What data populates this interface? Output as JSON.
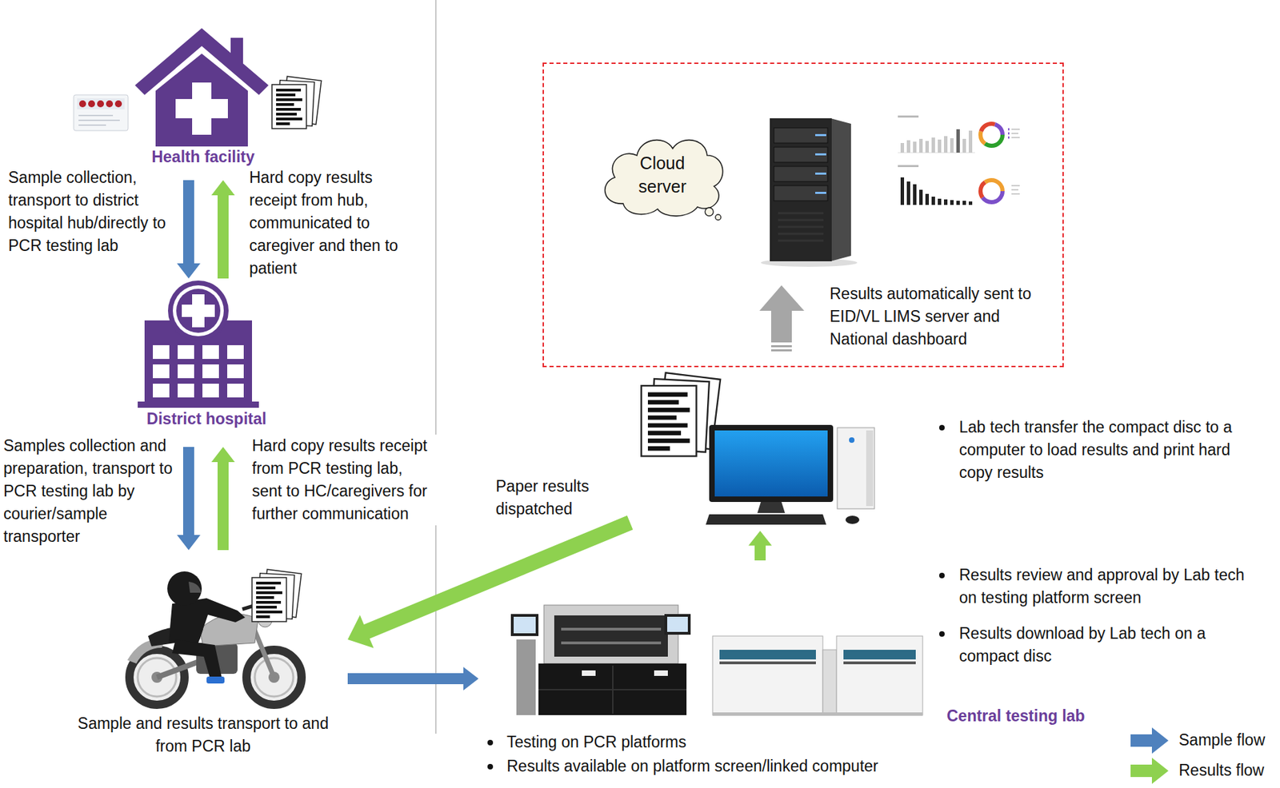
{
  "diagram": {
    "nodes": [
      {
        "text": [
          "Health facility"
        ]
      },
      {
        "text": [
          "District hospital"
        ]
      },
      {
        "text": [
          "Sample and results transport to and from PCR lab"
        ]
      },
      {
        "text": [
          "Results automatically sent to EID/VL LIMS server and National dashboard"
        ]
      },
      {
        "text": [
          "Cloud server"
        ],
        "in": 3
      },
      {
        "text": [
          "Lab tech transfer the compact disc to a computer to load results and print hard copy results"
        ]
      },
      {
        "text": [
          "Results review and approval by Lab tech on testing platform screen",
          "Results download by Lab tech on a compact disc",
          "Central testing lab",
          "Testing on PCR platforms",
          "Results available on platform screen/linked computer"
        ]
      }
    ],
    "edges": [
      {
        "from": 0,
        "to": 1,
        "arrow": "to",
        "label": "Sample collection, transport to district hospital hub/directly to PCR testing lab"
      },
      {
        "from": 1,
        "to": 0,
        "arrow": "to",
        "label": "Hard copy results receipt from hub, communicated to caregiver and then to patient"
      },
      {
        "from": 1,
        "to": 2,
        "arrow": "to",
        "label": "Samples collection and preparation, transport to PCR testing lab by courier/sample transporter"
      },
      {
        "from": 2,
        "to": 1,
        "arrow": "to",
        "label": "Hard copy results receipt from PCR testing lab, sent to HC/caregivers for further communication"
      },
      {
        "from": 2,
        "to": 6,
        "arrow": "to"
      },
      {
        "from": 6,
        "to": 5,
        "arrow": "to"
      },
      {
        "from": 5,
        "to": 2,
        "arrow": "to",
        "label": "Paper results dispatched"
      }
    ],
    "legend": [
      {
        "text": "Sample flow",
        "color": "#4f81bd"
      },
      {
        "text": "Results flow",
        "color": "#8ed14f"
      }
    ]
  }
}
